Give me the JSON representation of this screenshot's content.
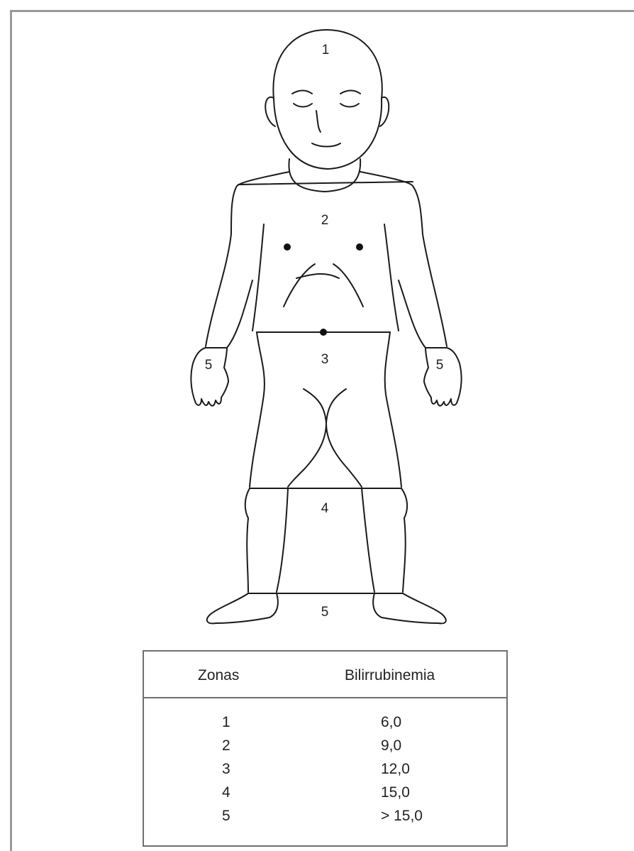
{
  "zones": {
    "head": "1",
    "chest": "2",
    "abdomen": "3",
    "legs": "4",
    "feet": "5",
    "left_hand": "5",
    "right_hand": "5"
  },
  "table": {
    "header_zone": "Zonas",
    "header_bili": "Bilirrubinemia",
    "rows": [
      {
        "zone": "1",
        "value": "6,0"
      },
      {
        "zone": "2",
        "value": "9,0"
      },
      {
        "zone": "3",
        "value": "12,0"
      },
      {
        "zone": "4",
        "value": "15,0"
      },
      {
        "zone": "5",
        "value": "> 15,0"
      }
    ]
  }
}
